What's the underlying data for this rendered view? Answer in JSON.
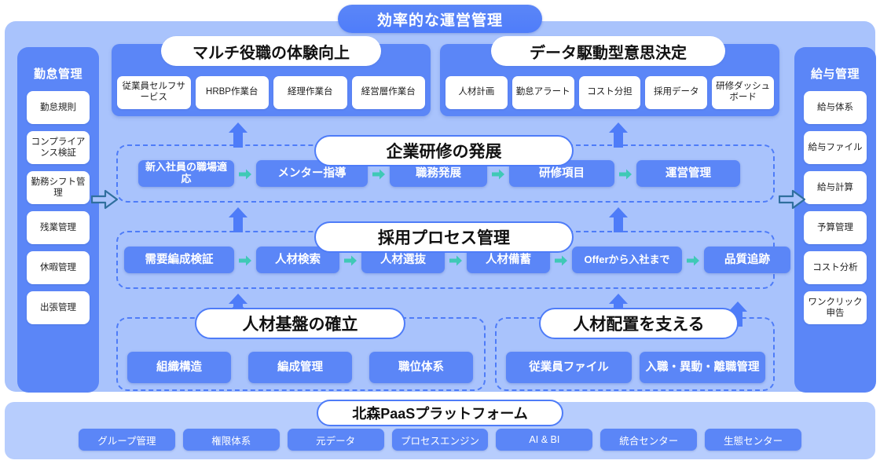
{
  "top_title": "効率的な運営管理",
  "colors": {
    "accent": "#5b86f7",
    "shell_bg": "#a9c3fc",
    "platform_bg": "#b7cdfd",
    "dash_border": "#4e7cf8",
    "arrow_teal": "#3fc9b6"
  },
  "left_column": {
    "title": "勤怠管理",
    "items": [
      {
        "label": "勤怠規則"
      },
      {
        "label": "コンプライアンス検証"
      },
      {
        "label": "勤務シフト管理"
      },
      {
        "label": "残業管理"
      },
      {
        "label": "休暇管理"
      },
      {
        "label": "出張管理"
      }
    ]
  },
  "right_column": {
    "title": "給与管理",
    "items": [
      {
        "label": "給与体系"
      },
      {
        "label": "給与ファイル"
      },
      {
        "label": "給与計算"
      },
      {
        "label": "予算管理"
      },
      {
        "label": "コスト分析"
      },
      {
        "label": "ワンクリック申告"
      }
    ]
  },
  "top_cards": [
    {
      "title": "マルチ役職の体験向上",
      "chips": [
        "従業員セルフサービス",
        "HRBP作業台",
        "経理作業台",
        "経営層作業台"
      ]
    },
    {
      "title": "データ駆動型意思決定",
      "chips": [
        "人材計画",
        "勤怠アラート",
        "コスト分担",
        "採用データ",
        "研修ダッシュボード"
      ]
    }
  ],
  "flows": [
    {
      "title": "企業研修の発展",
      "nodes": [
        "新入社員の職場適応",
        "メンター指導",
        "職務発展",
        "研修項目",
        "運営管理"
      ]
    },
    {
      "title": "採用プロセス管理",
      "nodes": [
        "需要編成検証",
        "人材検索",
        "人材選抜",
        "人材備蓄",
        "Offerから入社まで",
        "品質追跡"
      ]
    }
  ],
  "foundations": [
    {
      "title": "人材基盤の確立",
      "nodes": [
        "組織構造",
        "編成管理",
        "職位体系"
      ]
    },
    {
      "title": "人材配置を支える",
      "nodes": [
        "従業員ファイル",
        "入職・異動・離職管理"
      ]
    }
  ],
  "platform": {
    "title": "北森PaaSプラットフォーム",
    "chips": [
      "グループ管理",
      "権限体系",
      "元データ",
      "プロセスエンジン",
      "AI & BI",
      "統合センター",
      "生態センター"
    ]
  }
}
